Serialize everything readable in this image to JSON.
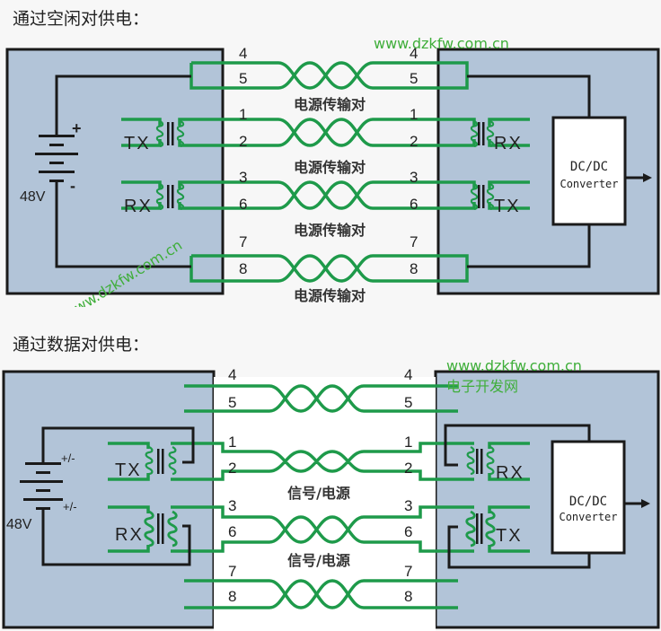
{
  "sections": [
    {
      "title": "通过空闲对供电：",
      "pair_labels": [
        "电源传输对",
        "电源传输对",
        "电源传输对",
        "电源传输对"
      ],
      "left_pins": [
        "4",
        "5",
        "1",
        "2",
        "3",
        "6",
        "7",
        "8"
      ],
      "right_pins": [
        "4",
        "5",
        "1",
        "2",
        "3",
        "6",
        "7",
        "8"
      ],
      "left_signals": [
        "TX",
        "RX"
      ],
      "right_signals": [
        "RX",
        "TX"
      ],
      "voltage": "48V",
      "battery_top_polarity": "+",
      "battery_bottom_polarity": "-",
      "converter_line1": "DC/DC",
      "converter_line2": "Converter"
    },
    {
      "title": "通过数据对供电：",
      "pair_labels": [
        "信号/电源",
        "信号/电源"
      ],
      "left_pins": [
        "4",
        "5",
        "1",
        "2",
        "3",
        "6",
        "7",
        "8"
      ],
      "right_pins": [
        "4",
        "5",
        "1",
        "2",
        "3",
        "6",
        "7",
        "8"
      ],
      "left_signals": [
        "TX",
        "RX"
      ],
      "right_signals": [
        "RX",
        "TX"
      ],
      "voltage": "48V",
      "battery_top_polarity": "+/-",
      "battery_bottom_polarity": "+/-",
      "converter_line1": "DC/DC",
      "converter_line2": "Converter"
    }
  ],
  "watermarks": {
    "url": "www.dzkfw.com.cn",
    "site_name": "电子开发网"
  },
  "colors": {
    "wire_green": "#1e9a4a",
    "box_fill": "#b2c4d8",
    "watermark_green": "#3fae3a"
  }
}
